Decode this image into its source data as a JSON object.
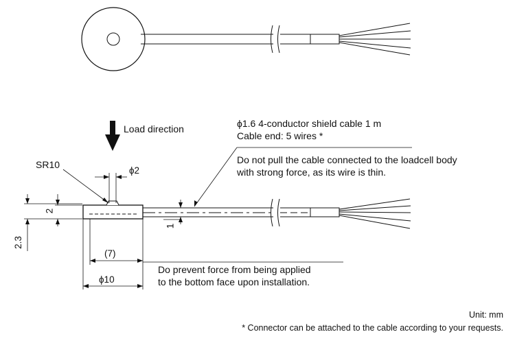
{
  "load_direction": "Load direction",
  "sr_label": "SR10",
  "phi2": "ϕ2",
  "phi10": "ϕ10",
  "dim_2": "2",
  "dim_2_3": "2.3",
  "dim_7": "(7)",
  "dim_1": "1",
  "cable_spec_line1": "ϕ1.6 4-conductor shield cable 1 m",
  "cable_spec_line2": "Cable end: 5 wires *",
  "pull_warning_line1": "Do not pull the cable connected to the loadcell body",
  "pull_warning_line2": "with strong force, as its wire is thin.",
  "bottom_warning_line1": "Do prevent force from being applied",
  "bottom_warning_line2": "to the bottom face upon installation.",
  "unit": "Unit: mm",
  "connector_note": "* Connector can be attached to the cable according to your requests."
}
